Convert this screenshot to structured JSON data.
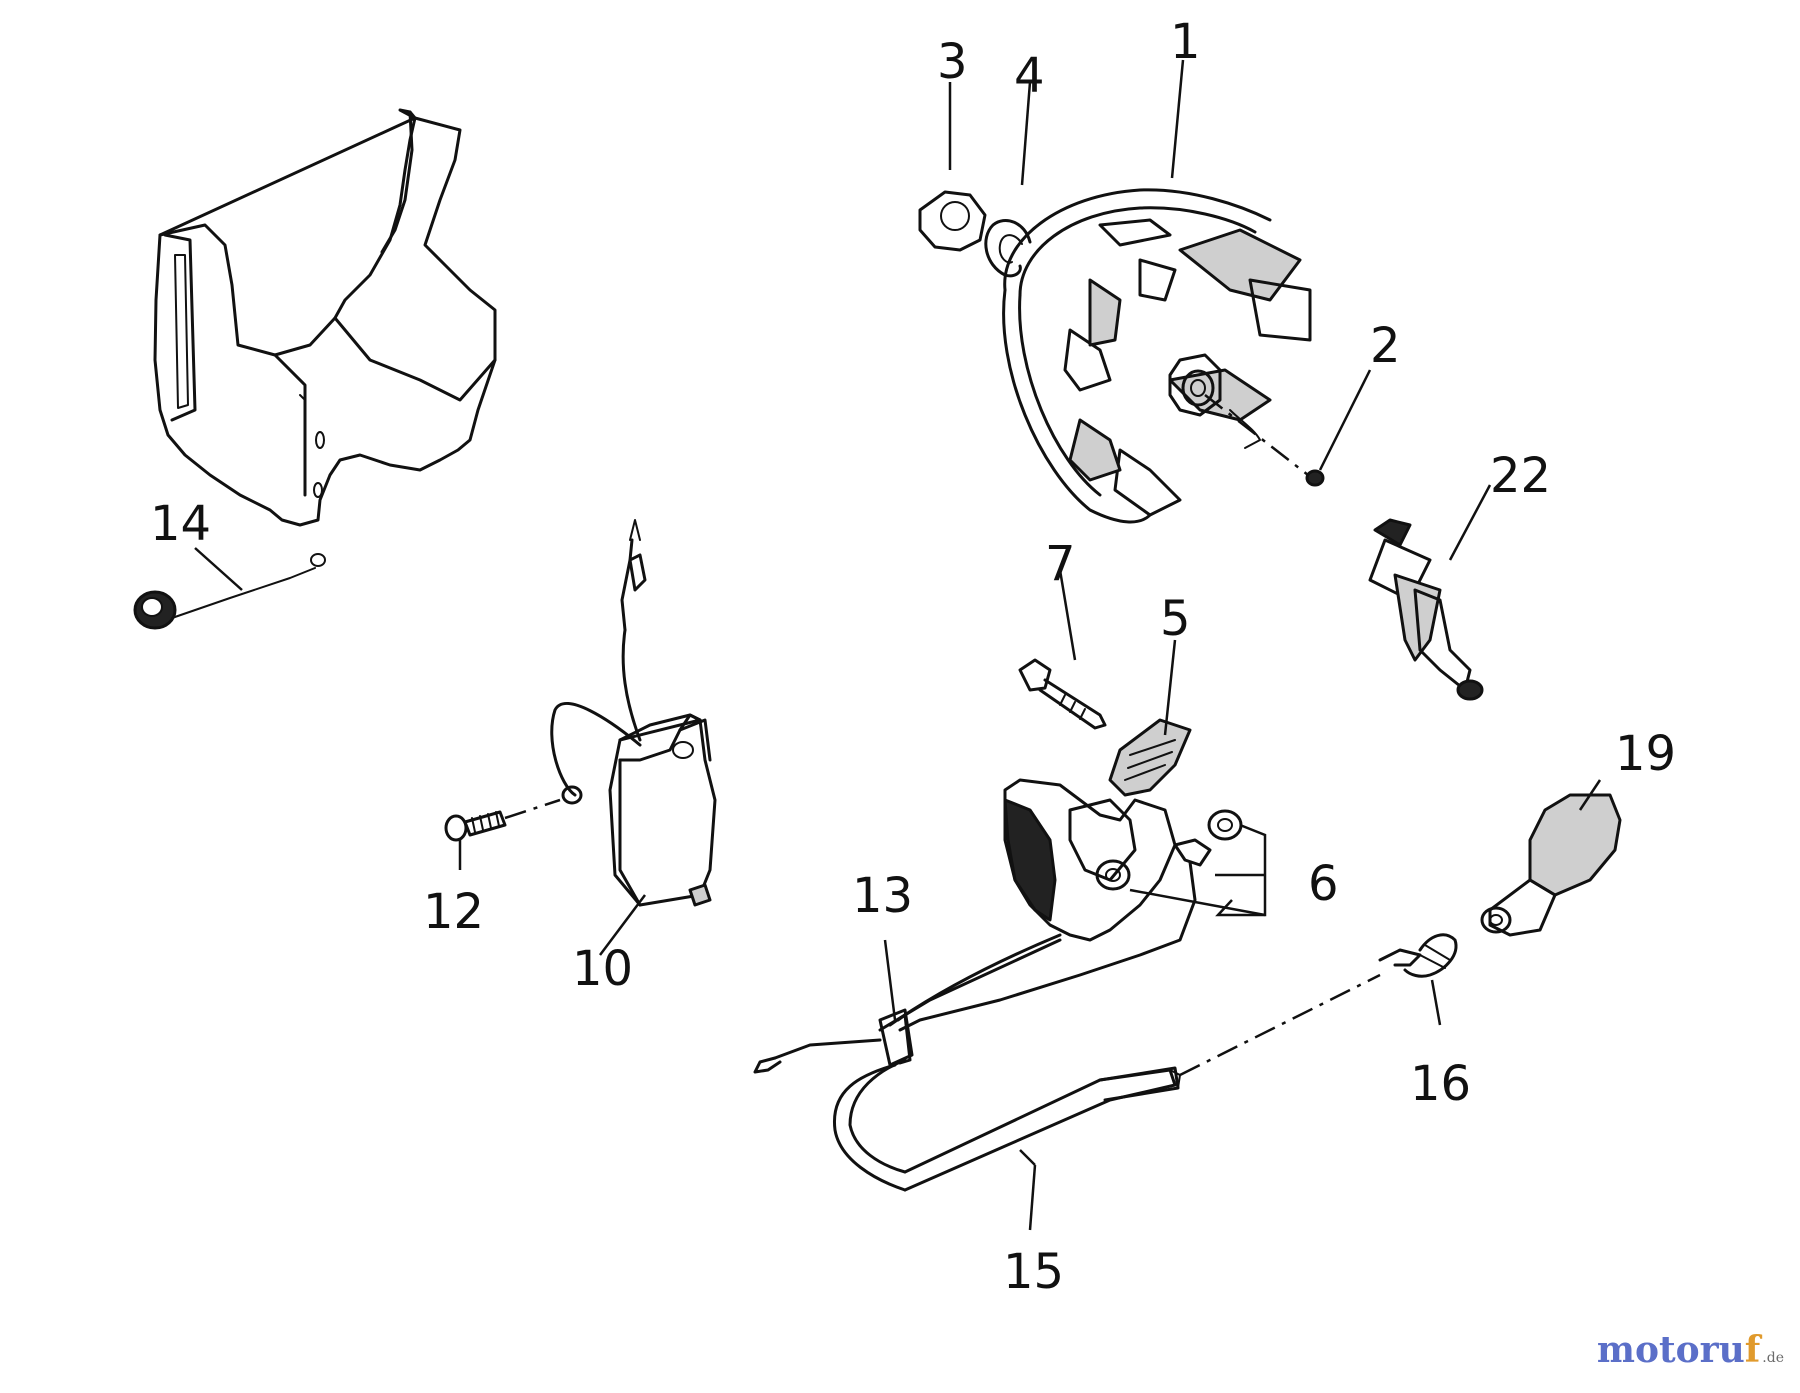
{
  "diagram": {
    "callouts": {
      "c1": "1",
      "c2": "2",
      "c3": "3",
      "c4": "4",
      "c5": "5",
      "c6": "6",
      "c7": "7",
      "c10": "10",
      "c12": "12",
      "c13": "13",
      "c14": "14",
      "c15": "15",
      "c16": "16",
      "c19": "19",
      "c22": "22"
    }
  },
  "watermark": {
    "text_main": "motoru",
    "text_f": "f",
    "text_tld": ".de"
  }
}
